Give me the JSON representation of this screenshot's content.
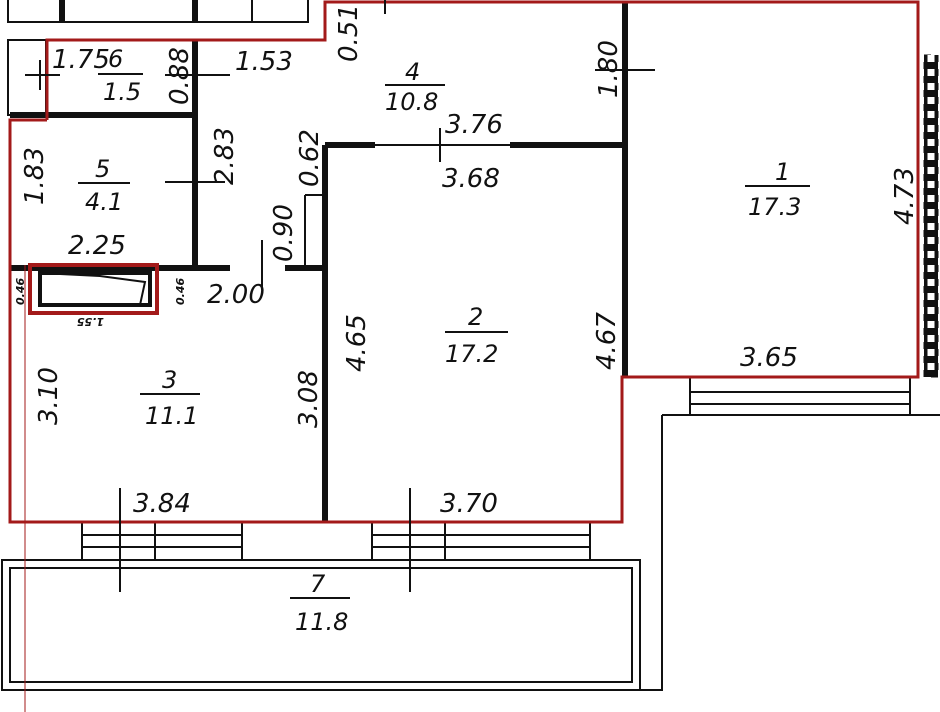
{
  "plan": {
    "rooms": [
      {
        "number": "1",
        "area": "17.3"
      },
      {
        "number": "2",
        "area": "17.2"
      },
      {
        "number": "3",
        "area": "11.1"
      },
      {
        "number": "4",
        "area": "10.8"
      },
      {
        "number": "5",
        "area": "4.1"
      },
      {
        "number": "6",
        "area": "1.5"
      },
      {
        "number": "7",
        "area": "11.8"
      }
    ],
    "dimensions": {
      "d1_75": "1.75",
      "d0_88": "0.88",
      "d1_53": "1.53",
      "d0_51": "0.51",
      "d1_80": "1.80",
      "d3_76": "3.76",
      "d3_68": "3.68",
      "d4_73": "4.73",
      "d1_83": "1.83",
      "d2_83": "2.83",
      "d0_62": "0.62",
      "d0_90": "0.90",
      "d2_25": "2.25",
      "d2_00": "2.00",
      "d4_65": "4.65",
      "d4_67": "4.67",
      "d3_65": "3.65",
      "d3_10": "3.10",
      "d3_08": "3.08",
      "d3_84": "3.84",
      "d3_70": "3.70",
      "d0_46a": "0.46",
      "d0_46b": "0.46",
      "d1_55": "1.55"
    },
    "colors": {
      "boundary": "#a31a1a",
      "walls": "#111111"
    }
  }
}
